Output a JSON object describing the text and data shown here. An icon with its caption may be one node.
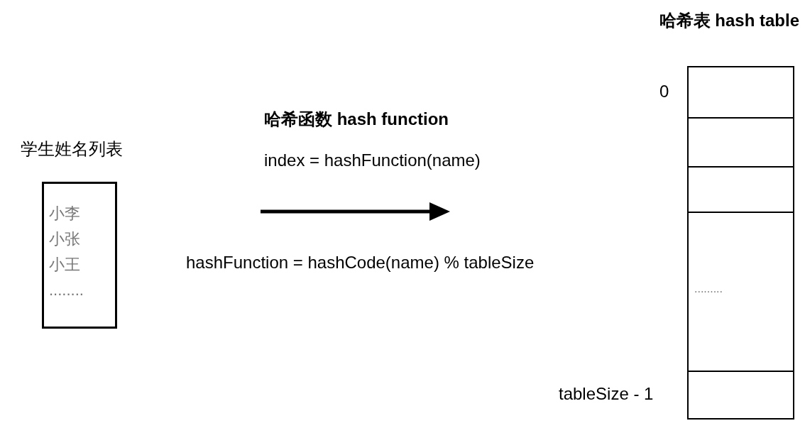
{
  "diagram": {
    "nodes": [
      {
        "text": [
          "小李",
          "小张",
          "小王",
          "........"
        ],
        "beside": [
          "学生姓名列表"
        ]
      },
      {
        "text": [
          "........."
        ],
        "beside": [
          "哈希表 hash table"
        ]
      }
    ],
    "labels": [
      "0",
      "哈希函数 hash function",
      "index = hashFunction(name)",
      "hashFunction = hashCode(name) % tableSize",
      "tableSize - 1"
    ]
  }
}
